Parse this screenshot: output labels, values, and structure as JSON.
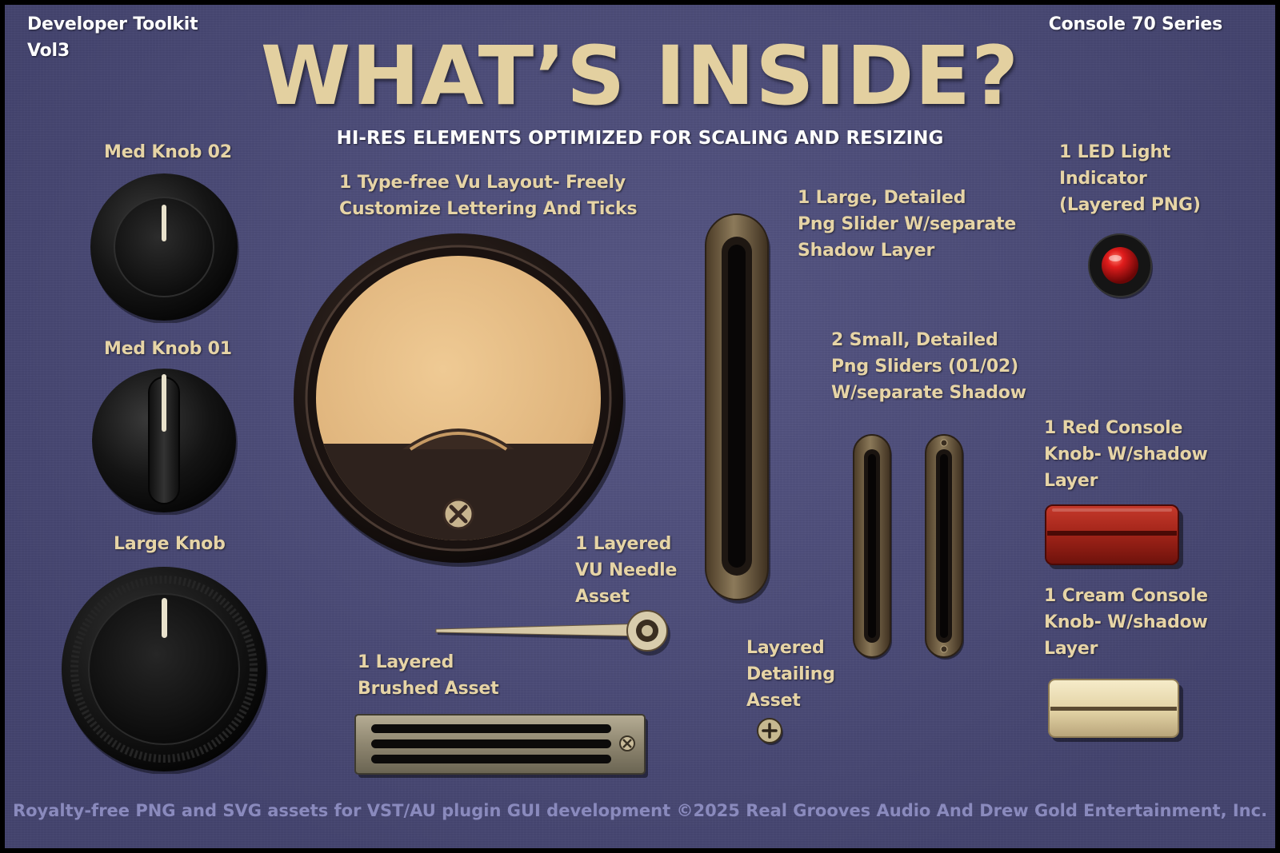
{
  "header": {
    "toolkit": [
      "Developer Toolkit",
      "Vol3"
    ],
    "series": "Console 70 Series",
    "title": "WHAT’S INSIDE?",
    "subtitle": "HI-RES ELEMENTS OPTIMIZED FOR SCALING AND RESIZING"
  },
  "labels": {
    "med_knob_02": "Med Knob 02",
    "med_knob_01": "Med Knob 01",
    "large_knob": "Large Knob",
    "vu_layout": [
      "1 Type-free Vu Layout- Freely",
      "Customize Lettering And Ticks"
    ],
    "large_slider": [
      "1 Large, Detailed",
      "Png Slider W/separate",
      "Shadow Layer"
    ],
    "led": [
      "1 LED Light",
      "Indicator",
      "(Layered PNG)"
    ],
    "small_sliders": [
      "2 Small, Detailed",
      "Png Sliders (01/02)",
      "W/separate Shadow"
    ],
    "red_knob": [
      "1 Red Console",
      "Knob- W/shadow",
      "Layer"
    ],
    "cream_knob": [
      "1 Cream Console",
      "Knob- W/shadow",
      "Layer"
    ],
    "vu_needle": [
      "1 Layered",
      "VU Needle",
      "Asset"
    ],
    "brushed": [
      "1 Layered",
      "Brushed Asset"
    ],
    "detailing": [
      "Layered",
      "Detailing",
      "Asset"
    ]
  },
  "footer": "Royalty-free PNG and SVG assets for VST/AU plugin GUI development  ©2025 Real Grooves Audio And Drew Gold Entertainment, Inc.",
  "colors": {
    "background": "#4d4d7e",
    "label": "#e6d4a6",
    "title": "#e3d0a0",
    "led_red": "#d01818",
    "red_knob": "#a82418",
    "cream_knob": "#e6d8b0",
    "vu_face": "#e4be88"
  }
}
